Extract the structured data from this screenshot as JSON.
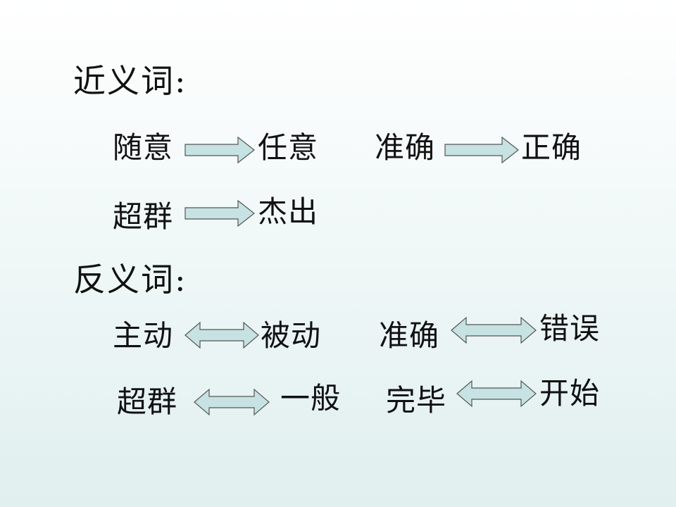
{
  "synonyms": {
    "heading": "近义词:",
    "pair1": {
      "left": "随意",
      "right": "任意"
    },
    "pair2": {
      "left": "准确",
      "right": "正确"
    },
    "pair3": {
      "left": "超群",
      "right": "杰出"
    }
  },
  "antonyms": {
    "heading": "反义词:",
    "pair1": {
      "left": "主动",
      "right": "被动"
    },
    "pair2": {
      "left": "准确",
      "right": "错误"
    },
    "pair3": {
      "left": "超群",
      "right": "一般"
    },
    "pair4": {
      "left": "完毕",
      "right": "开始"
    }
  },
  "colors": {
    "arrow_fill": "#c6e2e2",
    "arrow_stroke": "#555555",
    "text": "#111111"
  }
}
